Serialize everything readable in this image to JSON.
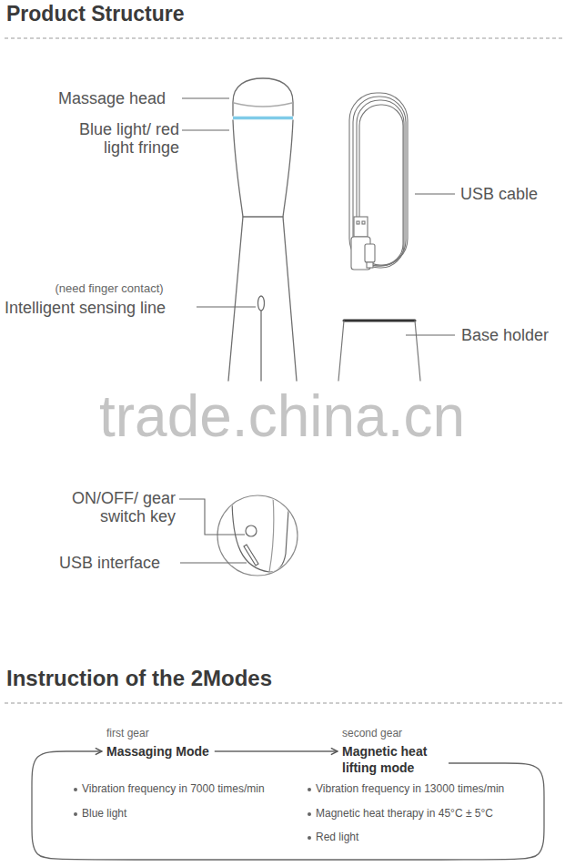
{
  "diagram": {
    "title": "Product Structure",
    "nodes": [
      {
        "text": [
          "first gear",
          "Massaging Mode"
        ]
      },
      {
        "text": [
          "second gear",
          "Magnetic heat lifting mode"
        ]
      }
    ],
    "edges": [
      {
        "from": 0,
        "to": 1,
        "arrow": "to"
      },
      {
        "from": 1,
        "to": 0,
        "arrow": "to"
      }
    ],
    "labels": [
      "Massage head",
      "Blue light/ red light fringe",
      "(need finger contact)",
      "Intelligent sensing line",
      "USB cable",
      "Base holder",
      "trade.china.cn",
      "ON/OFF/ gear switch key",
      "USB interface",
      "Instruction of the 2Modes",
      "Vibration frequency in 7000 times/min",
      "Blue light",
      "Vibration frequency in 13000 times/min",
      "Magnetic heat therapy in 45°C ± 5°C",
      "Red light"
    ]
  }
}
